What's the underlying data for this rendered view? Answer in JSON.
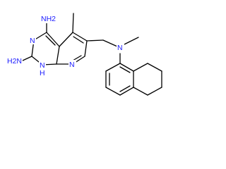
{
  "molecule": {
    "labels": {
      "nh2_top": "NH2",
      "n_ring_3": "N",
      "h2n_left": "H2N",
      "n_ring_1_with_h": "N",
      "n_ring_1_h": "H",
      "n_pyridine": "N",
      "n_amine": "N"
    },
    "colors": {
      "bond": "#000000",
      "heteroatom": "#1a1aff",
      "background": "#ffffff"
    }
  }
}
